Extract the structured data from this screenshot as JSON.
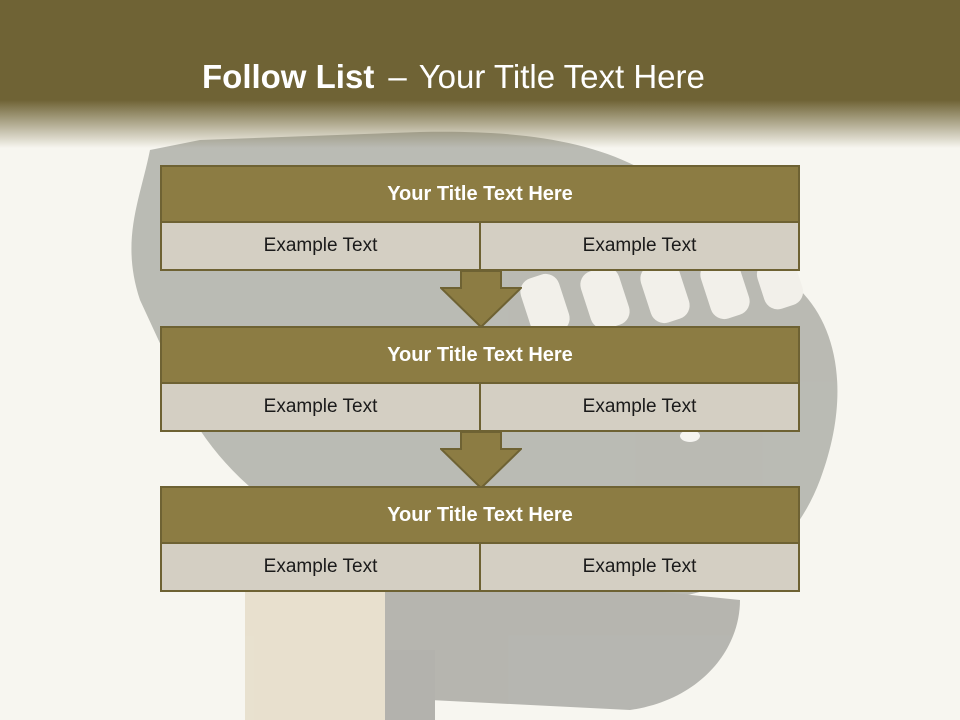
{
  "slide": {
    "title_bold": "Follow List",
    "title_separator": "–",
    "title_rest": "Your Title Text Here"
  },
  "blocks": [
    {
      "title": "Your Title Text Here",
      "left": "Example Text",
      "right": "Example Text"
    },
    {
      "title": "Your Title Text Here",
      "left": "Example Text",
      "right": "Example Text"
    },
    {
      "title": "Your Title Text Here",
      "left": "Example Text",
      "right": "Example Text"
    }
  ],
  "colors": {
    "header": "#6f6335",
    "block_title": "#8c7c43",
    "cell": "#d4cfc3",
    "border": "#6e6233"
  }
}
